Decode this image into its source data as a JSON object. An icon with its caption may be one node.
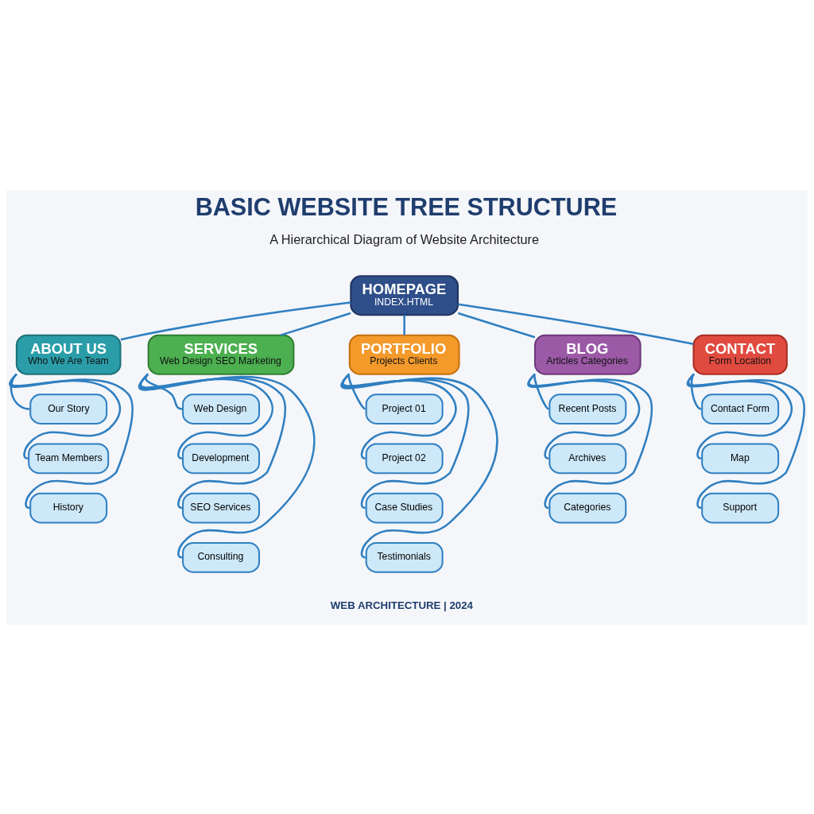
{
  "diagram": {
    "title": "BASIC WEBSITE TREE STRUCTURE",
    "nodes": [
      {
        "text": [
          "HOMEPAGE",
          "INDEX.HTML"
        ]
      },
      {
        "text": [
          "ABOUT US",
          "Who We Are Team"
        ]
      },
      {
        "text": [
          "SERVICES",
          "Web Design SEO Marketing"
        ]
      },
      {
        "text": [
          "PORTFOLIO",
          "Projects Clients"
        ]
      },
      {
        "text": [
          "BLOG",
          "Articles Categories"
        ]
      },
      {
        "text": [
          "CONTACT",
          "Form Location"
        ]
      },
      {
        "text": [
          "Our Story"
        ]
      },
      {
        "text": [
          "Team Members"
        ]
      },
      {
        "text": [
          "History"
        ]
      },
      {
        "text": [
          "Web Design"
        ]
      },
      {
        "text": [
          "Development"
        ]
      },
      {
        "text": [
          "SEO Services"
        ]
      },
      {
        "text": [
          "Consulting"
        ]
      },
      {
        "text": [
          "Project 01"
        ]
      },
      {
        "text": [
          "Project 02"
        ]
      },
      {
        "text": [
          "Case Studies"
        ]
      },
      {
        "text": [
          "Testimonials"
        ]
      },
      {
        "text": [
          "Recent Posts"
        ]
      },
      {
        "text": [
          "Archives"
        ]
      },
      {
        "text": [
          "Categories"
        ]
      },
      {
        "text": [
          "Contact Form"
        ]
      },
      {
        "text": [
          "Map"
        ]
      },
      {
        "text": [
          "Support"
        ]
      }
    ],
    "edges": [
      {
        "from": 0,
        "to": 1,
        "arrow": "none"
      },
      {
        "from": 0,
        "to": 2,
        "arrow": "none"
      },
      {
        "from": 0,
        "to": 3,
        "arrow": "none"
      },
      {
        "from": 0,
        "to": 4,
        "arrow": "none"
      },
      {
        "from": 0,
        "to": 5,
        "arrow": "none"
      },
      {
        "from": 1,
        "to": 6,
        "arrow": "none"
      },
      {
        "from": 1,
        "to": 7,
        "arrow": "none"
      },
      {
        "from": 1,
        "to": 8,
        "arrow": "none"
      },
      {
        "from": 2,
        "to": 9,
        "arrow": "none"
      },
      {
        "from": 2,
        "to": 10,
        "arrow": "none"
      },
      {
        "from": 2,
        "to": 11,
        "arrow": "none"
      },
      {
        "from": 2,
        "to": 12,
        "arrow": "none"
      },
      {
        "from": 3,
        "to": 13,
        "arrow": "none"
      },
      {
        "from": 3,
        "to": 14,
        "arrow": "none"
      },
      {
        "from": 3,
        "to": 15,
        "arrow": "none"
      },
      {
        "from": 3,
        "to": 16,
        "arrow": "none"
      },
      {
        "from": 4,
        "to": 17,
        "arrow": "none"
      },
      {
        "from": 4,
        "to": 18,
        "arrow": "none"
      },
      {
        "from": 4,
        "to": 19,
        "arrow": "none"
      },
      {
        "from": 5,
        "to": 20,
        "arrow": "none"
      },
      {
        "from": 5,
        "to": 21,
        "arrow": "none"
      },
      {
        "from": 5,
        "to": 22,
        "arrow": "none"
      }
    ],
    "labels": [
      "A Hierarchical Diagram of Website Architecture",
      "WEB ARCHITECTURE | 2024"
    ]
  }
}
